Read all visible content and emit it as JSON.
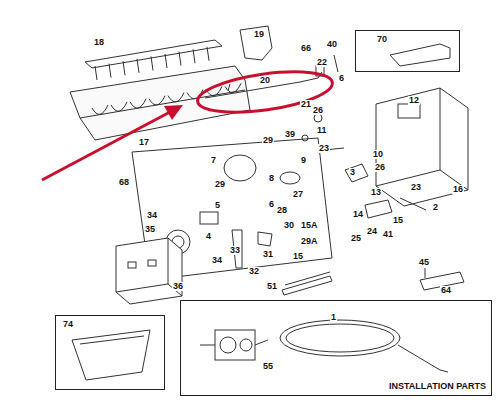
{
  "diagram": {
    "nodes": [
      {
        "text": [
          "70"
        ]
      },
      {
        "text": [
          "74"
        ]
      },
      {
        "text": [
          "INSTALLATION PARTS"
        ]
      }
    ],
    "labels": [
      "18",
      "19",
      "66",
      "40",
      "20",
      "22",
      "6",
      "21",
      "17",
      "12",
      "26",
      "11",
      "39",
      "29",
      "7",
      "23",
      "9",
      "10",
      "26",
      "3",
      "8",
      "29",
      "68",
      "27",
      "5",
      "6",
      "13",
      "23",
      "16",
      "2",
      "34",
      "35",
      "28",
      "30",
      "15A",
      "14",
      "15",
      "24",
      "41",
      "25",
      "4",
      "33",
      "29A",
      "31",
      "15",
      "34",
      "32",
      "36",
      "45",
      "64",
      "51",
      "1",
      "55"
    ]
  }
}
